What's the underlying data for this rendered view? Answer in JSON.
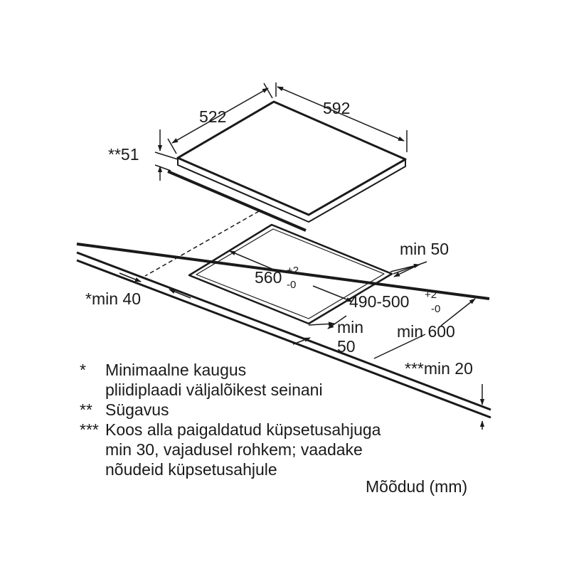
{
  "hob": {
    "width": "592",
    "depth": "522",
    "height": "**51"
  },
  "cutout": {
    "width": "560",
    "width_tol_plus": "+2",
    "width_tol_minus": "-0",
    "depth": "490-500",
    "depth_tol_plus": "+2",
    "depth_tol_minus": "-0"
  },
  "clearances": {
    "rear": "min 50",
    "side_wall": "*min 40",
    "front_line1": "min",
    "front_line2": "50",
    "worktop_depth": "min 600",
    "worktop_thickness": "***min 20"
  },
  "notes": [
    {
      "mark": "*",
      "lines": [
        "Minimaalne kaugus",
        "pliidiplaadi väljalõikest seinani"
      ]
    },
    {
      "mark": "**",
      "lines": [
        "Sügavus"
      ]
    },
    {
      "mark": "***",
      "lines": [
        "Koos alla paigaldatud küpsetusahjuga",
        "min 30, vajadusel rohkem; vaadake",
        "nõudeid küpsetusahjule"
      ]
    }
  ],
  "units_label": "Mõõdud (mm)"
}
